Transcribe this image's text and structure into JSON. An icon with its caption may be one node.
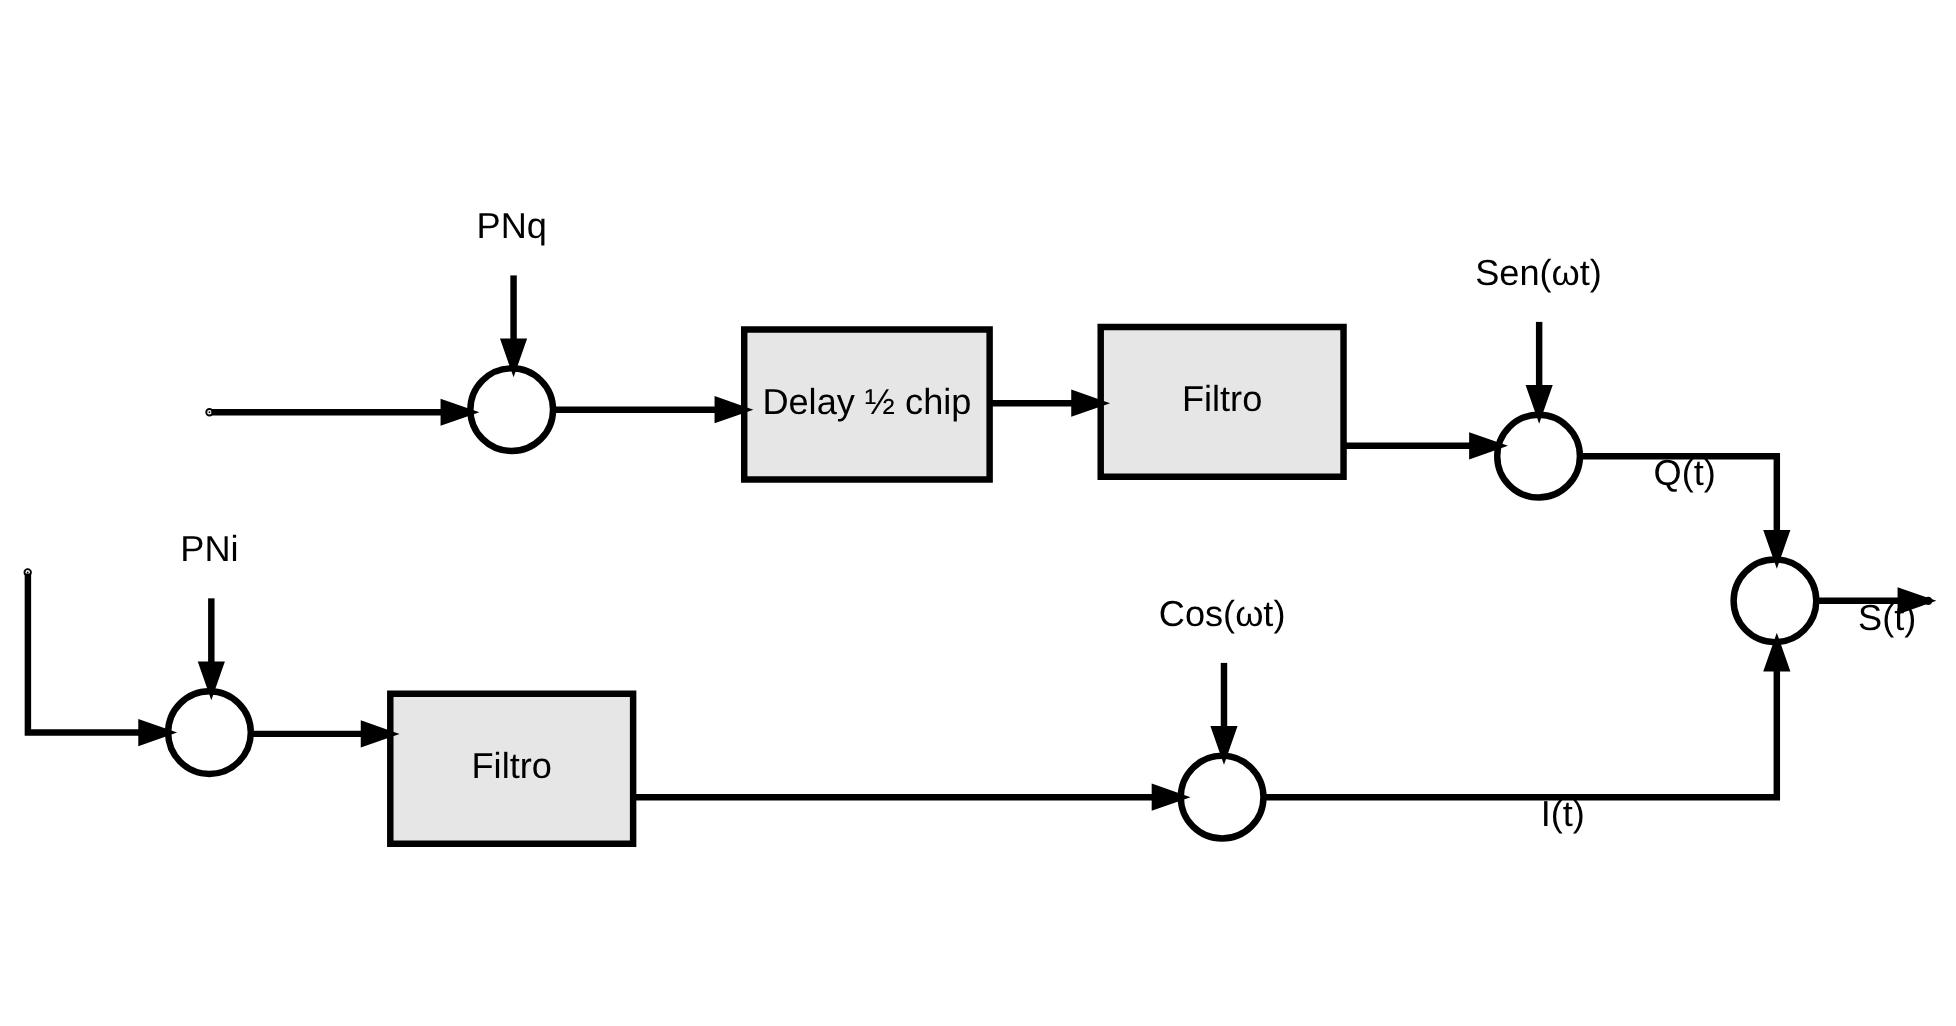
{
  "diagram": {
    "nodes": [
      {
        "text": [],
        "shape": "circle"
      },
      {
        "text": [
          "Filtro"
        ]
      },
      {
        "text": [],
        "shape": "circle"
      },
      {
        "text": [
          "PNi"
        ]
      },
      {
        "text": [
          "Cos(ωt)"
        ]
      },
      {
        "text": [],
        "shape": "circle"
      },
      {
        "text": [],
        "shape": "circle"
      },
      {
        "text": [
          "Delay ½ chip"
        ]
      },
      {
        "text": [
          "Filtro"
        ]
      },
      {
        "text": [],
        "shape": "circle"
      },
      {
        "text": [
          "PNq"
        ]
      },
      {
        "text": [
          "Sen(ωt)"
        ]
      }
    ],
    "edges": [
      {
        "from": null,
        "to": 0,
        "arrow": "to"
      },
      {
        "from": null,
        "to": 6,
        "arrow": "to"
      },
      {
        "from": 3,
        "to": 0,
        "arrow": "to"
      },
      {
        "from": 0,
        "to": 1,
        "arrow": "to"
      },
      {
        "from": 1,
        "to": 2,
        "arrow": "to"
      },
      {
        "from": 4,
        "to": 2,
        "arrow": "to"
      },
      {
        "from": 2,
        "to": 5,
        "arrow": "to",
        "label": "I(t)"
      },
      {
        "from": 10,
        "to": 6,
        "arrow": "to"
      },
      {
        "from": 6,
        "to": 7,
        "arrow": "to"
      },
      {
        "from": 7,
        "to": 8,
        "arrow": "to"
      },
      {
        "from": 8,
        "to": 9,
        "arrow": "to"
      },
      {
        "from": 11,
        "to": 9,
        "arrow": "to"
      },
      {
        "from": 9,
        "to": 5,
        "arrow": "to",
        "label": "Q(t)"
      },
      {
        "from": 5,
        "to": null,
        "arrow": "to",
        "label": "S(t)"
      }
    ]
  }
}
